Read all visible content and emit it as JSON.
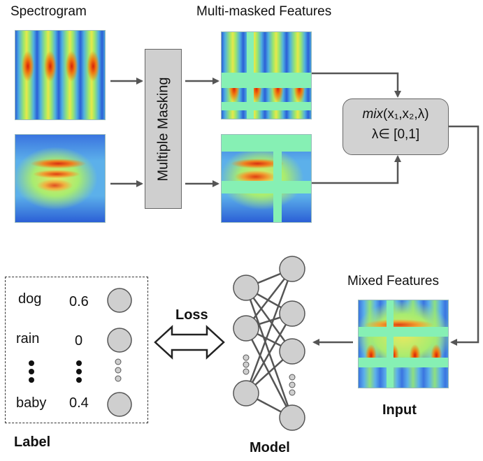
{
  "titles": {
    "spectrogram": "Spectrogram",
    "multi_masked": "Multi-masked Features",
    "mixed_features": "Mixed Features"
  },
  "masking_box": {
    "label": "Multiple Masking"
  },
  "mix_box": {
    "func": "mix",
    "args": "(x₁,x₂,λ)",
    "constraint": "λ∈ [0,1]"
  },
  "labels": {
    "input": "Input",
    "model": "Model",
    "loss": "Loss",
    "label": "Label"
  },
  "label_list": [
    {
      "name": "dog",
      "value": "0.6"
    },
    {
      "name": "rain",
      "value": "0"
    },
    {
      "name": "baby",
      "value": "0.4"
    }
  ],
  "colors": {
    "arrow": "#555555",
    "node_fill": "#cfcfcf",
    "mask_green": "#86f0b4",
    "spec_blue": "#2a6ad8"
  }
}
